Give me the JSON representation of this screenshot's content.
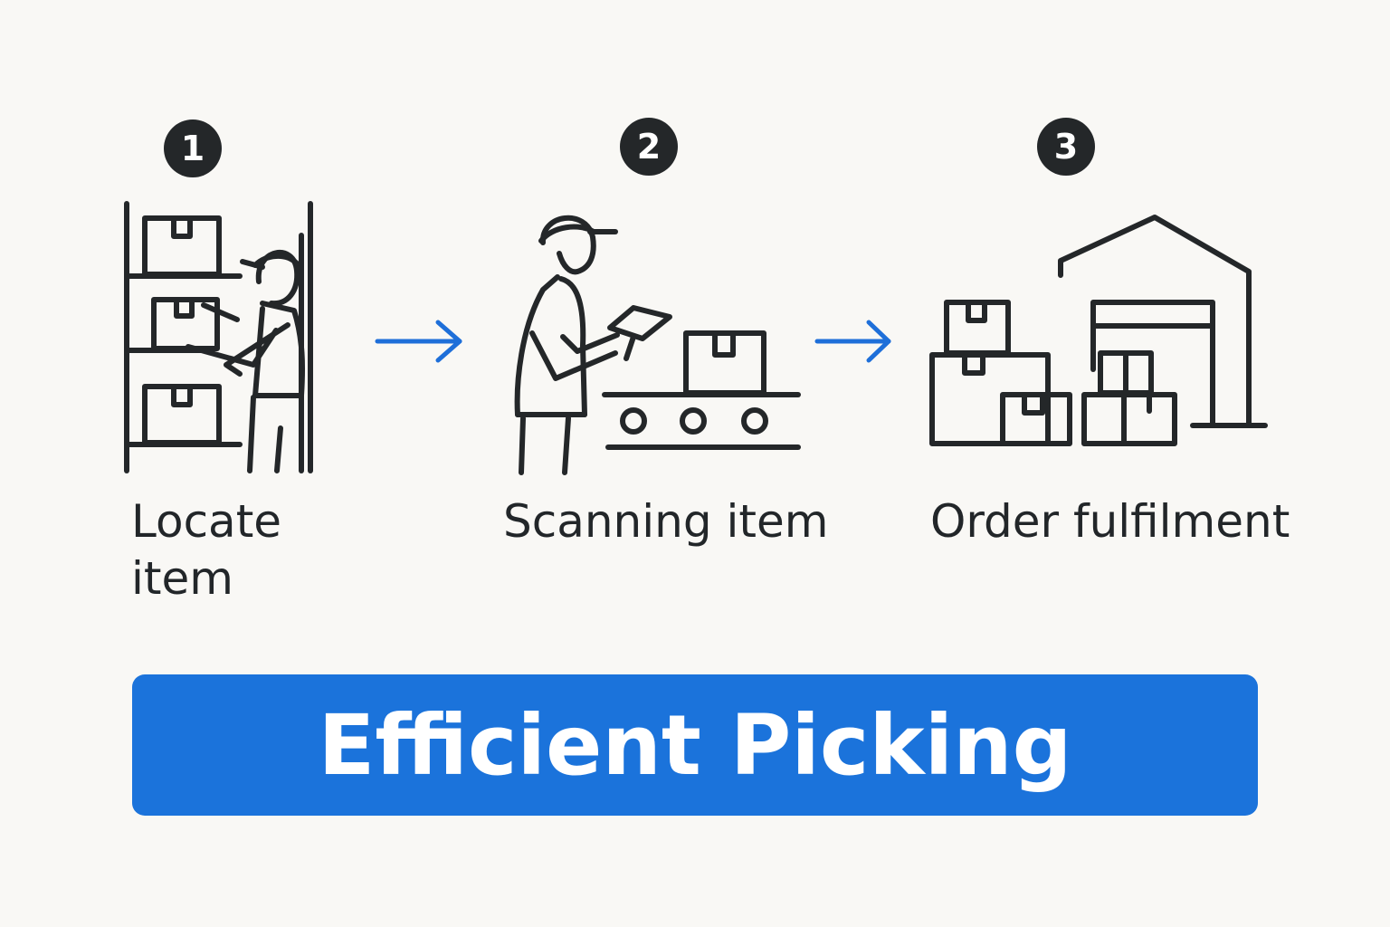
{
  "steps": [
    {
      "number": "1",
      "label_line1": "Locate",
      "label_line2": "item",
      "icon": "warehouse-shelf-worker-icon"
    },
    {
      "number": "2",
      "label_line1": "Scanning item",
      "icon": "barcode-scanning-worker-icon"
    },
    {
      "number": "3",
      "label_line1": "Order fulfilment",
      "icon": "warehouse-boxes-icon"
    }
  ],
  "connectors": {
    "icon": "right-arrow-icon",
    "color": "#1e6fd9"
  },
  "banner": {
    "text": "Efficient Picking",
    "background": "#1b73db"
  },
  "colors": {
    "background": "#f9f8f5",
    "ink": "#242729",
    "accent": "#1e6fd9"
  }
}
